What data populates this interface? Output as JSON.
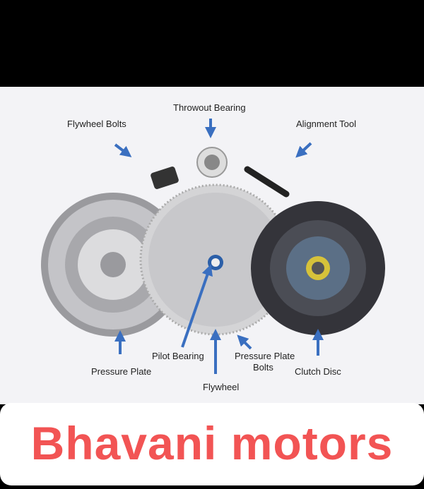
{
  "labels": {
    "throwout_bearing": "Throwout Bearing",
    "flywheel_bolts": "Flywheel Bolts",
    "alignment_tool": "Alignment Tool",
    "pilot_bearing": "Pilot Bearing",
    "pressure_plate_bolts_line1": "Pressure Plate",
    "pressure_plate_bolts_line2": "Bolts",
    "pressure_plate": "Pressure Plate",
    "clutch_disc": "Clutch Disc",
    "flywheel": "Flywheel"
  },
  "brand": "Bhavani motors",
  "colors": {
    "arrow": "#3a6fc0",
    "brand": "#f25454",
    "panel": "#f3f3f6"
  }
}
